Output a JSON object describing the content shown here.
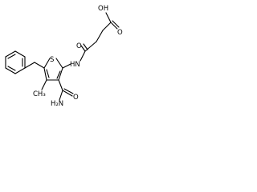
{
  "molecule": {
    "atoms": {
      "oh": "OH",
      "o_acid": "O",
      "o_amide": "O",
      "nh": "HN",
      "s": "S",
      "o_carbamoyl": "O",
      "nh2": "H₂N",
      "methyl": "CH₃"
    }
  }
}
